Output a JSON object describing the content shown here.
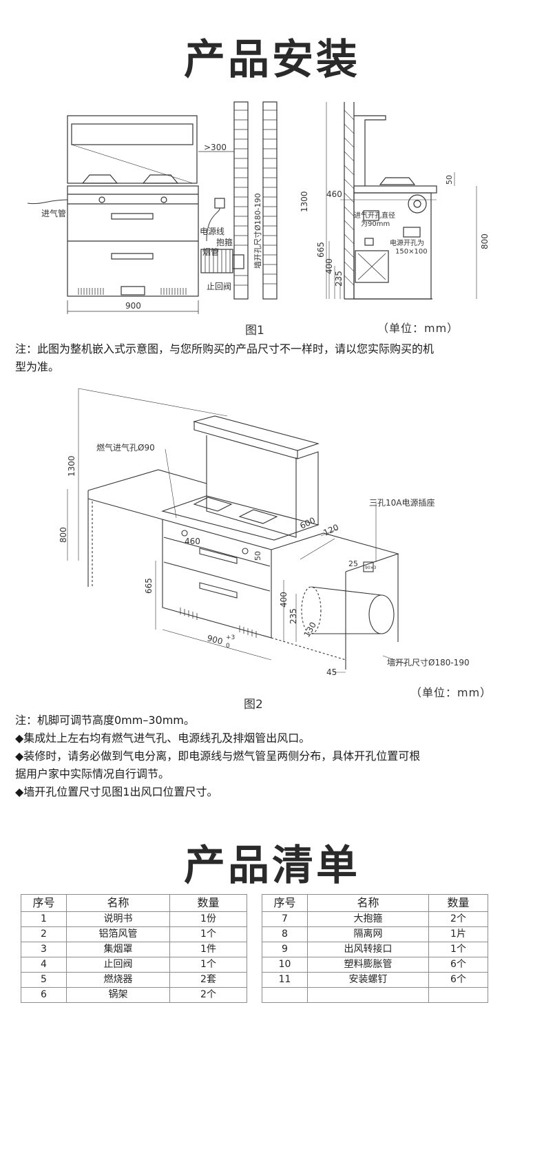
{
  "install": {
    "title": "产品安装",
    "fig1": {
      "caption": "图1",
      "unit": "（单位：mm）",
      "labels": {
        "gas_pipe": "进气管",
        "gt300": ">300",
        "wall_hole_v": "墙开孔尺寸Ø180-190",
        "power_cord": "电源线",
        "clamp": "抱箍",
        "flue": "烟管",
        "check_valve": "止回阀",
        "w900": "900",
        "d460": "460",
        "h1300": "1300",
        "h50": "50",
        "gas_hole": "进气开孔直径",
        "gas_hole2": "为90mm",
        "power_hole": "电源开孔为",
        "power_hole2": "150×100",
        "h665": "665",
        "h400": "400",
        "h235": "235",
        "h800": "800"
      }
    },
    "note1_line1": "注：此图为整机嵌入式示意图，与您所购买的产品尺寸不一样时，请以您实际购买的机",
    "note1_line2": "型为准。",
    "fig2": {
      "caption": "图2",
      "unit": "（单位：mm）",
      "labels": {
        "gas_inlet": "燃气进气孔Ø90",
        "socket": "三孔10A电源插座",
        "h1300": "1300",
        "h800": "800",
        "d600": "600",
        "d120": "120",
        "d460": "460",
        "d50": "50",
        "d25": "25",
        "h665": "665",
        "h400": "400",
        "h235": "235",
        "d130": "130",
        "w900": "900",
        "tol_top": "+3",
        "tol_bot": "0",
        "d45": "45",
        "wall_hole": "墙开孔尺寸Ø180-190",
        "box": "90×3"
      }
    },
    "note2": "注：机脚可调节高度0mm–30mm。",
    "bullets": [
      "◆集成灶上左右均有燃气进气孔、电源线孔及排烟管出风口。",
      "◆装修时，请务必做到气电分离，即电源线与燃气管呈两侧分布，具体开孔位置可根",
      "据用户家中实际情况自行调节。",
      "◆墙开孔位置尺寸见图1出风口位置尺寸。"
    ]
  },
  "list": {
    "title": "产品清单",
    "headers": [
      "序号",
      "名称",
      "数量"
    ],
    "left_rows": [
      [
        "1",
        "说明书",
        "1份"
      ],
      [
        "2",
        "铝箔风管",
        "1个"
      ],
      [
        "3",
        "集烟罩",
        "1件"
      ],
      [
        "4",
        "止回阀",
        "1个"
      ],
      [
        "5",
        "燃烧器",
        "2套"
      ],
      [
        "6",
        "锅架",
        "2个"
      ]
    ],
    "right_rows": [
      [
        "7",
        "大抱箍",
        "2个"
      ],
      [
        "8",
        "隔离网",
        "1片"
      ],
      [
        "9",
        "出风转接口",
        "1个"
      ],
      [
        "10",
        "塑料膨胀管",
        "6个"
      ],
      [
        "11",
        "安装螺钉",
        "6个"
      ],
      [
        "",
        "",
        ""
      ]
    ]
  }
}
